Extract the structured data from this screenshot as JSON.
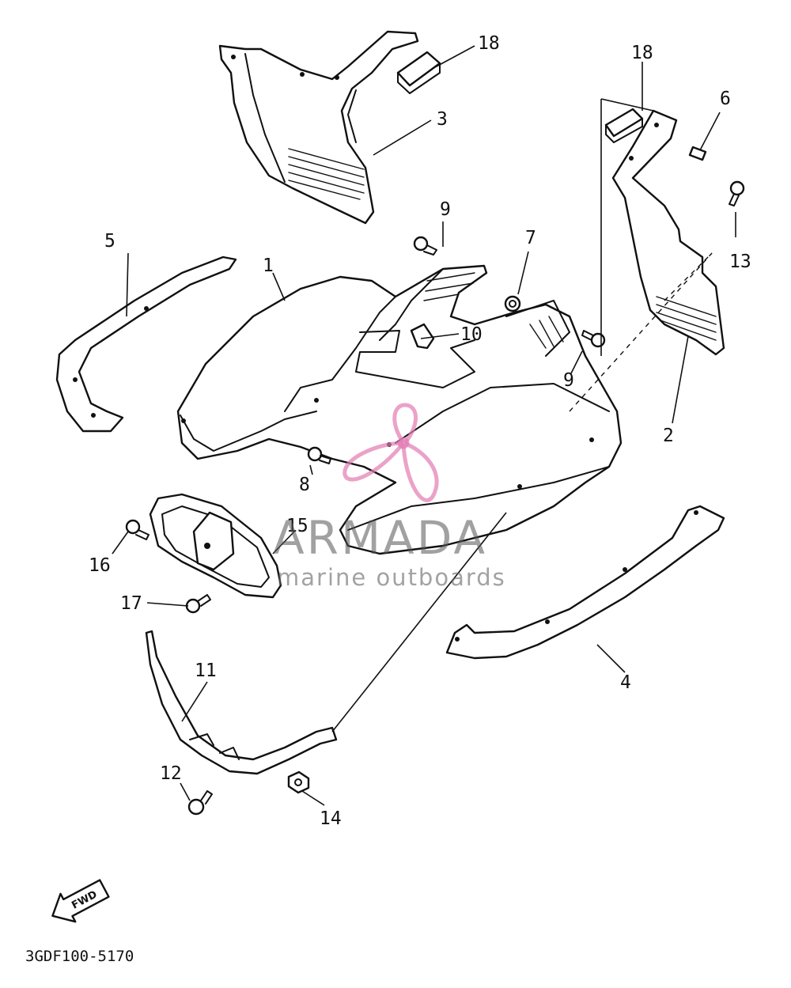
{
  "callouts": [
    {
      "id": "c1",
      "label": "1"
    },
    {
      "id": "c2",
      "label": "2"
    },
    {
      "id": "c3",
      "label": "3"
    },
    {
      "id": "c4",
      "label": "4"
    },
    {
      "id": "c5",
      "label": "5"
    },
    {
      "id": "c6",
      "label": "6"
    },
    {
      "id": "c7",
      "label": "7"
    },
    {
      "id": "c8",
      "label": "8"
    },
    {
      "id": "c9a",
      "label": "9"
    },
    {
      "id": "c9b",
      "label": "9"
    },
    {
      "id": "c10",
      "label": "10"
    },
    {
      "id": "c11",
      "label": "11"
    },
    {
      "id": "c12",
      "label": "12"
    },
    {
      "id": "c13",
      "label": "13"
    },
    {
      "id": "c14",
      "label": "14"
    },
    {
      "id": "c15",
      "label": "15"
    },
    {
      "id": "c16",
      "label": "16"
    },
    {
      "id": "c17",
      "label": "17"
    },
    {
      "id": "c18a",
      "label": "18"
    },
    {
      "id": "c18b",
      "label": "18"
    }
  ],
  "fwd_label": "FWD",
  "diagram_code": "3GDF100-5170",
  "watermark": {
    "brand": "ARMADA",
    "tagline": "marine outboards",
    "accent_color": "#e27bb2"
  }
}
